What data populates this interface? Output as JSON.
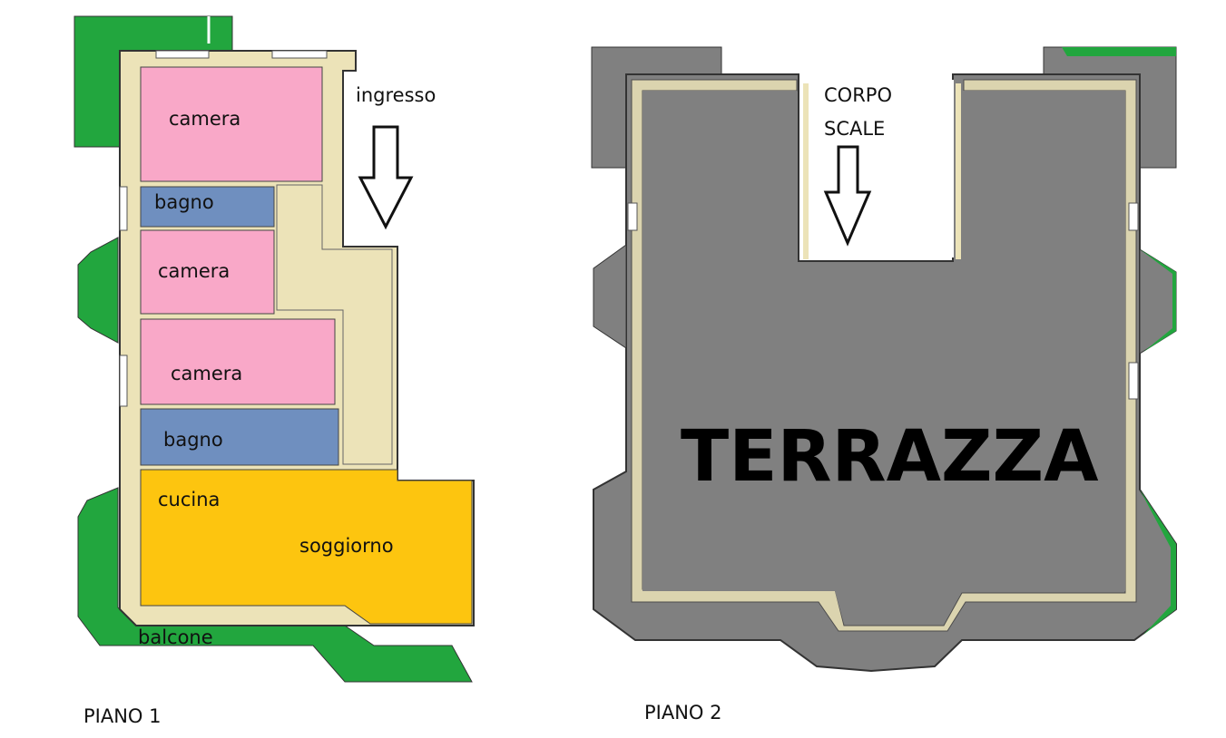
{
  "floor1": {
    "caption": "PIANO 1",
    "entrance_label": "ingresso",
    "rooms": [
      {
        "id": "camera-1",
        "label": "camera",
        "fill": "#f9a8c8"
      },
      {
        "id": "bagno-1",
        "label": "bagno",
        "fill": "#6f8fbf"
      },
      {
        "id": "camera-2",
        "label": "camera",
        "fill": "#f9a8c8"
      },
      {
        "id": "camera-3",
        "label": "camera",
        "fill": "#f9a8c8"
      },
      {
        "id": "bagno-2",
        "label": "bagno",
        "fill": "#6f8fbf"
      },
      {
        "id": "cucina",
        "label": "cucina",
        "fill": "#fdc50f"
      },
      {
        "id": "soggiorno",
        "label": "soggiorno",
        "fill": "#fdc50f"
      },
      {
        "id": "balcone",
        "label": "balcone",
        "fill": "#22a63e"
      }
    ],
    "hall_fill": "#ece3b8"
  },
  "floor2": {
    "caption": "PIANO 2",
    "stair_label_line1": "CORPO",
    "stair_label_line2": "SCALE",
    "terrace_label": "TERRAZZA",
    "terrace_fill": "#808080",
    "green_fill": "#22a63e"
  }
}
